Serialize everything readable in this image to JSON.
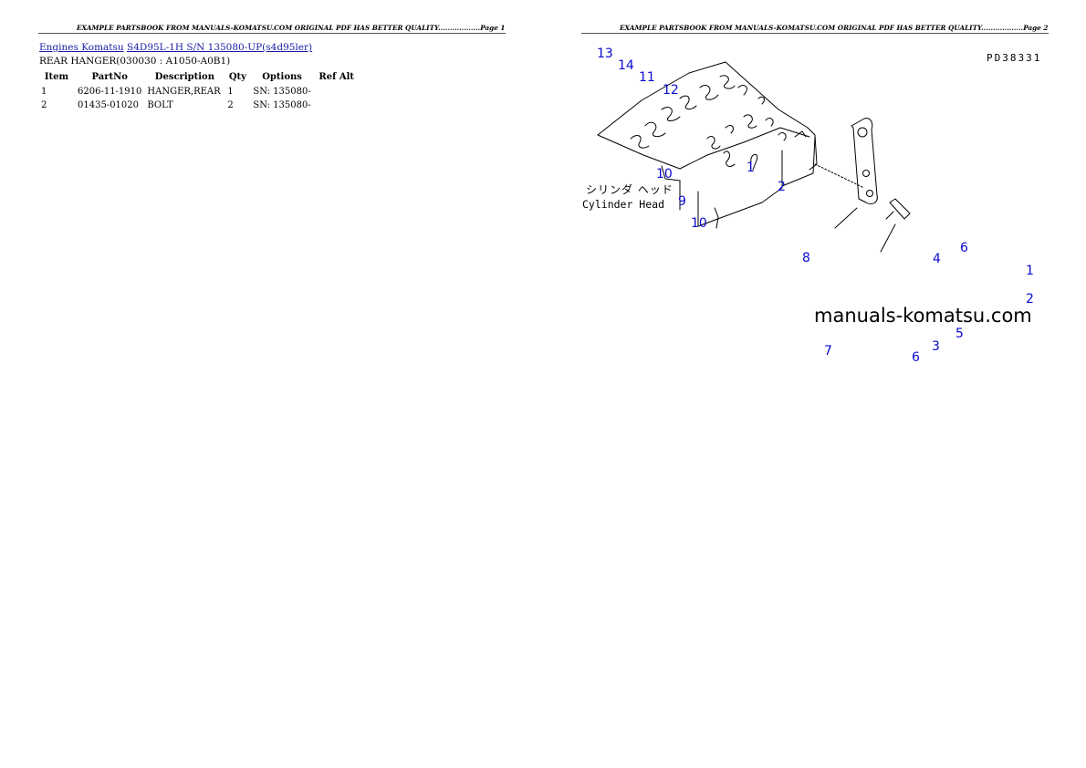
{
  "pages": [
    {
      "header": "EXAMPLE PARTSBOOK FROM MANUALS-KOMATSU.COM ORIGINAL PDF HAS BETTER QUALITY..................Page 1",
      "breadcrumb": {
        "link1": "Engines Komatsu",
        "link2": "S4D95L-1H S/N 135080-UP(s4d95ler)"
      },
      "section_title": "REAR HANGER(030030 : A1050-A0B1)",
      "table": {
        "columns": [
          "Item",
          "PartNo",
          "Description",
          "Qty",
          "Options",
          "Ref Alt"
        ],
        "rows": [
          {
            "item": "1",
            "partno": "6206-11-1910",
            "description": "HANGER,REAR",
            "qty": "1",
            "options": "SN: 135080-",
            "ref_alt": ""
          },
          {
            "item": "2",
            "partno": "01435-01020",
            "description": "BOLT",
            "qty": "2",
            "options": "SN: 135080-",
            "ref_alt": ""
          }
        ]
      }
    },
    {
      "header": "EXAMPLE PARTSBOOK FROM MANUALS-KOMATSU.COM ORIGINAL PDF HAS BETTER QUALITY..................Page 2",
      "diagram": {
        "code": "PD38331",
        "label_jp": "シリンダ ヘッド",
        "label_en": "Cylinder Head",
        "watermark": "manuals-komatsu.com",
        "callouts": [
          "13",
          "14",
          "11",
          "12",
          "10",
          "1",
          "2",
          "9",
          "10",
          "8",
          "4",
          "6",
          "1",
          "2",
          "5",
          "3",
          "7",
          "6"
        ]
      }
    }
  ]
}
